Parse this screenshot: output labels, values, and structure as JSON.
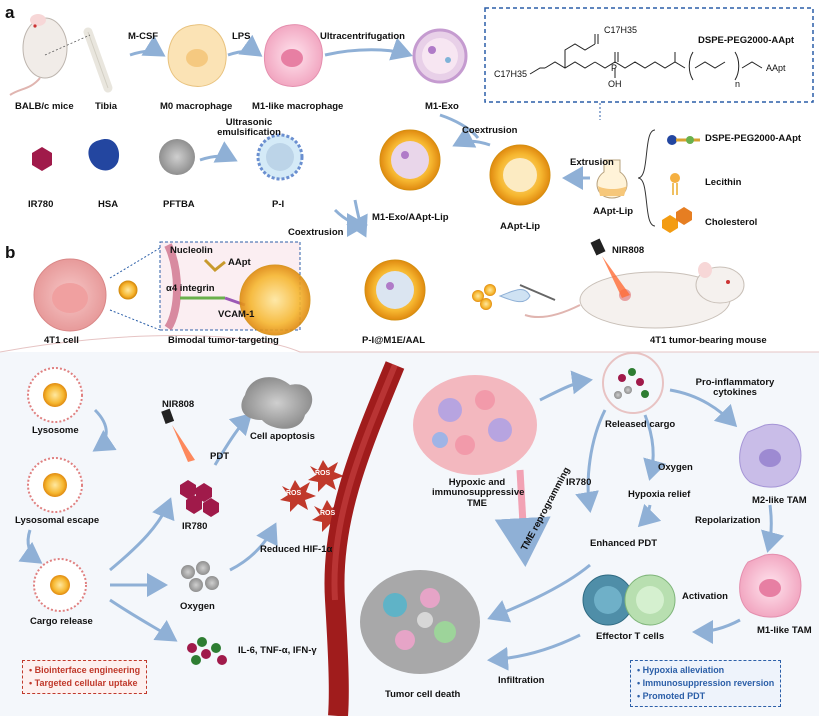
{
  "panel_a": {
    "label": "a",
    "mice": "BALB/c mice",
    "tibia": "Tibia",
    "mcsf": "M-CSF",
    "lps": "LPS",
    "ultracentrifugation": "Ultracentrifugation",
    "m0": "M0 macrophage",
    "m1like": "M1-like macrophage",
    "m1exo": "M1-Exo",
    "dspe_title": "DSPE-PEG2000-AApt",
    "chem_c17_top": "C17H35",
    "chem_c17_left": "C17H35",
    "chem_p": "P",
    "chem_oh": "OH",
    "chem_n": "n",
    "chem_aapt": "AApt",
    "coextrusion1": "Coextrusion",
    "extrusion": "Extrusion",
    "dspe_item": "DSPE-PEG2000-AApt",
    "lecithin": "Lecithin",
    "cholesterol": "Cholesterol",
    "ir780": "IR780",
    "hsa": "HSA",
    "pftba": "PFTBA",
    "ultrasonic": "Ultrasonic emulsification",
    "pi": "P-I",
    "m1exo_aapt": "M1-Exo/AApt-Lip",
    "aapt_lip": "AApt-Lip",
    "aapt_lip2": "AApt-Lip",
    "coextrusion2": "Coextrusion"
  },
  "panel_b": {
    "label": "b",
    "cell_4t1": "4T1 cell",
    "nucleolin": "Nucleolin",
    "aapt": "AApt",
    "a4integrin": "α4 integrin",
    "vcam1": "VCAM-1",
    "bimodal": "Bimodal tumor-targeting",
    "pi_m1e": "P-I@M1E/AAL",
    "nir_top": "NIR808",
    "mouse": "4T1 tumor-bearing mouse",
    "lysosome": "Lysosome",
    "lysosomal_escape": "Lysosomal escape",
    "cargo_release": "Cargo release",
    "nir_mid": "NIR808",
    "pdt": "PDT",
    "cell_apoptosis": "Cell apoptosis",
    "ros": "ROS",
    "ir780": "IR780",
    "reduced_hif": "Reduced HIF-1α",
    "oxygen": "Oxygen",
    "cytokines_list": "IL-6, TNF-α, IFN-γ",
    "hypoxic_tme": "Hypoxic and immunosuppressive TME",
    "tme_reprogramming": "TME reprogramming",
    "tumor_death": "Tumor cell death",
    "infiltration": "Infiltration",
    "released_cargo": "Released cargo",
    "proinflam": "Pro-inflammatory cytokines",
    "m2tam": "M2-like TAM",
    "oxygen2": "Oxygen",
    "ir780_2": "IR780",
    "hypoxia_relief": "Hypoxia relief",
    "repolarization": "Repolarization",
    "enhanced_pdt": "Enhanced PDT",
    "activation": "Activation",
    "effector_t": "Effector T cells",
    "m1tam": "M1-like TAM",
    "red_box": [
      "Biointerface engineering",
      "Targeted cellular uptake"
    ],
    "blue_box": [
      "Hypoxia alleviation",
      "Immunosuppression reversion",
      "Promoted PDT"
    ]
  },
  "colors": {
    "arrow": "#a9c3e0",
    "vessel": "#a01c1c",
    "red_accent": "#c0392b",
    "blue_accent": "#2c5fa8",
    "ir780": "#a01a4a",
    "hsa": "#2346a0",
    "nanoparticle_shell": "#f4b400",
    "m1_cell": "#f3b7c8",
    "m2_cell": "#c9bde8"
  }
}
